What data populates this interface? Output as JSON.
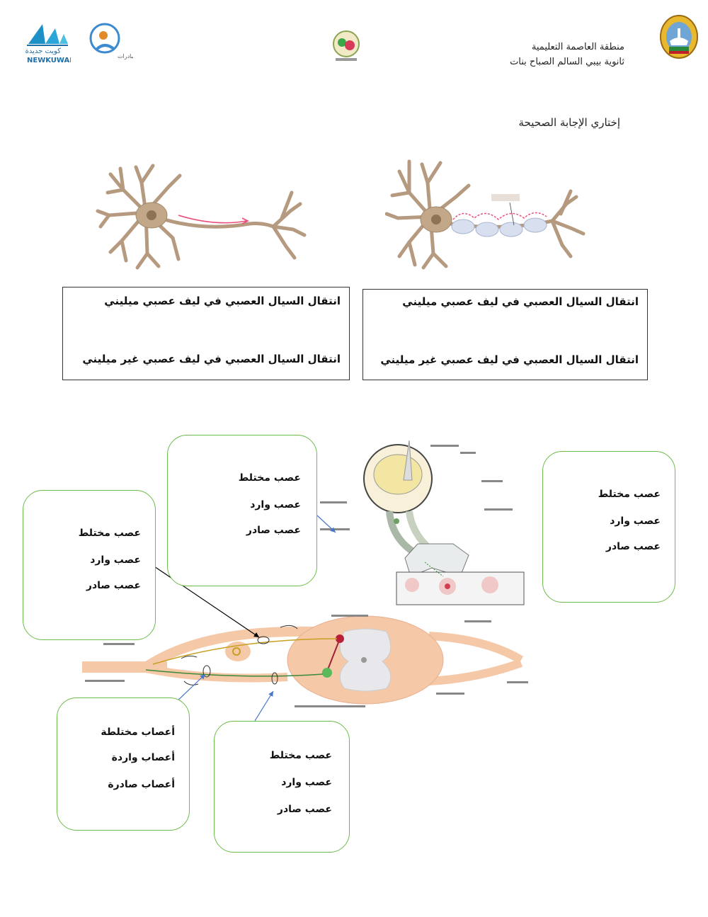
{
  "header": {
    "district": "منطقة العاصمة التعليمية",
    "school": "ثانوية بيبي السالم الصباح بنات",
    "logo_left_text": "كويت جديدة",
    "logo_left_sub": "NEWKUWAIT"
  },
  "instruction": "إختاري الإجابة الصحيحة",
  "question1": {
    "right_box": {
      "option1": "انتقال السيال العصبي في ليف عصبي ميليني",
      "option2": "انتقال السيال العصبي في ليف عصبي غير ميليني"
    },
    "left_box": {
      "option1": "انتقال السيال العصبي في ليف عصبي ميليني",
      "option2": "انتقال السيال العصبي في ليف عصبي غير ميليني"
    }
  },
  "question2": {
    "box_top_center": {
      "opt1": "عصب مختلط",
      "opt2": "عصب وارد",
      "opt3": "عصب صادر"
    },
    "box_right": {
      "opt1": "عصب مختلط",
      "opt2": "عصب وارد",
      "opt3": "عصب صادر"
    },
    "box_left_upper": {
      "opt1": "عصب مختلط",
      "opt2": "عصب وارد",
      "opt3": "عصب صادر"
    },
    "box_left_lower": {
      "opt1": "أعصاب مختلطة",
      "opt2": "أعصاب واردة",
      "opt3": "أعصاب صادرة"
    },
    "box_bottom_center": {
      "opt1": "عصب مختلط",
      "opt2": "عصب وارد",
      "opt3": "عصب صادر"
    }
  },
  "colors": {
    "box_border_green": "#6cbd4a",
    "arrow_blue": "#4a78c8",
    "neuron_brown": "#b59a80",
    "cord_peach": "#f5c8a8"
  }
}
